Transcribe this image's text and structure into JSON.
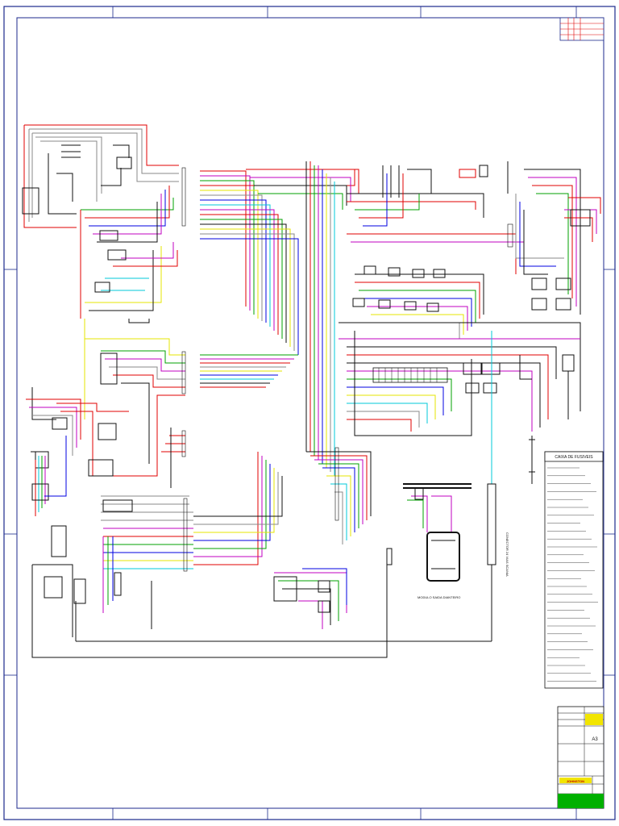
{
  "fuse_box": {
    "title": "CAIXA DE FUSIVEIS"
  },
  "connector_label": "CONECTOR 24 VIAS SCANIA",
  "module_label": "MODULO SAIDA DIANTEIRO",
  "title_block": {
    "sheet_code": "A3",
    "logo_text": "JOHNSTON"
  },
  "colors": {
    "border": "#1c2a8c",
    "red": "#e00000",
    "green": "#00a000",
    "blue": "#0000e0",
    "yellow": "#e6e600",
    "magenta": "#c000c0",
    "cyan": "#00c8d8",
    "gray": "#888888",
    "black": "#111111",
    "title_yellow": "#f2e500",
    "title_green": "#00b000"
  }
}
